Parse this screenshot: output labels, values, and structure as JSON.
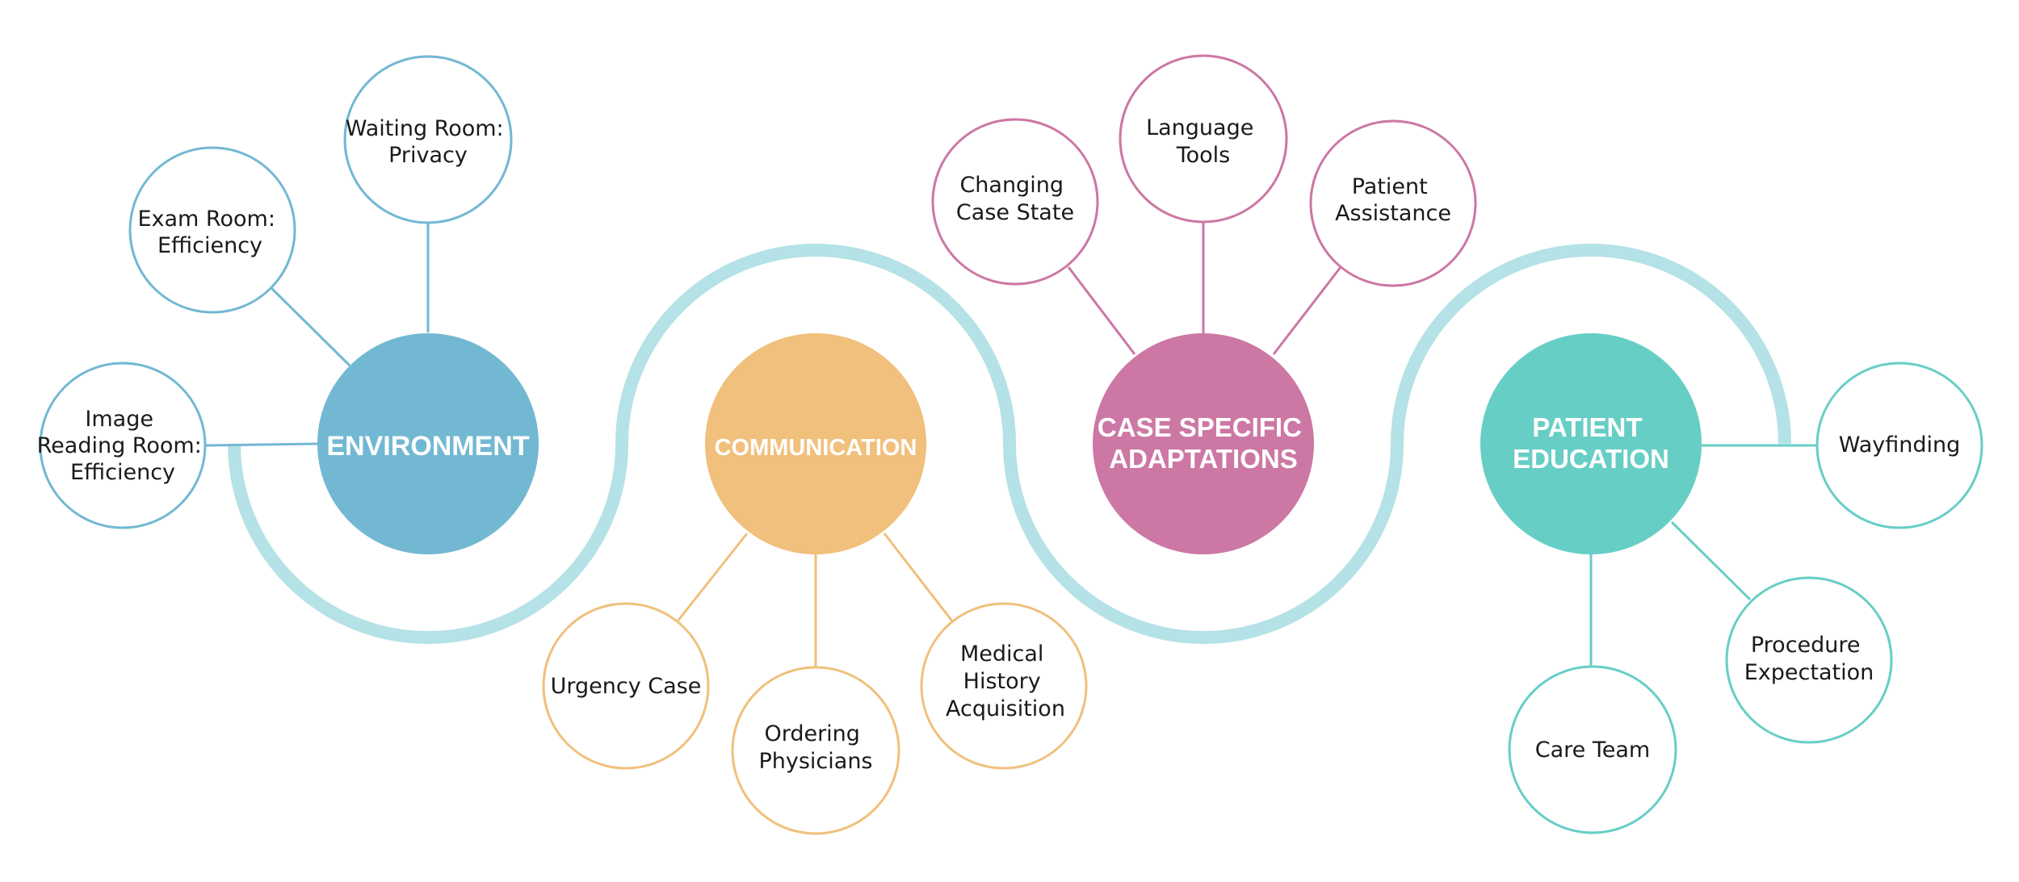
{
  "colors": {
    "path": "#b4e2e6",
    "environment": "#72b8d3",
    "communication": "#f0c07c",
    "case_specific": "#cc77a4",
    "patient_education": "#67cec6",
    "leaf_fill": "#ffffff",
    "text_dark": "#1a1a1a",
    "text_light": "#ffffff"
  },
  "hubs": {
    "environment": {
      "label": "ENVIRONMENT"
    },
    "communication": {
      "label": "COMMUNICATION"
    },
    "case_specific": {
      "label_line1": "CASE SPECIFIC",
      "label_line2": "ADAPTATIONS"
    },
    "patient_education": {
      "label_line1": "PATIENT",
      "label_line2": "EDUCATION"
    }
  },
  "leaves": {
    "image_reading_room": {
      "line1": "Image",
      "line2": "Reading Room:",
      "line3": "Efficiency"
    },
    "exam_room": {
      "line1": "Exam Room:",
      "line2": "Efficiency"
    },
    "waiting_room": {
      "line1": "Waiting Room:",
      "line2": "Privacy"
    },
    "urgency_case": {
      "line1": "Urgency Case"
    },
    "ordering_physicians": {
      "line1": "Ordering",
      "line2": "Physicians"
    },
    "medical_history": {
      "line1": "Medical",
      "line2": "History",
      "line3": "Acquisition"
    },
    "changing_case_state": {
      "line1": "Changing",
      "line2": "Case State"
    },
    "language_tools": {
      "line1": "Language",
      "line2": "Tools"
    },
    "patient_assistance": {
      "line1": "Patient",
      "line2": "Assistance"
    },
    "wayfinding": {
      "line1": "Wayfinding"
    },
    "procedure_expectation": {
      "line1": "Procedure",
      "line2": "Expectation"
    },
    "care_team": {
      "line1": "Care Team"
    }
  }
}
